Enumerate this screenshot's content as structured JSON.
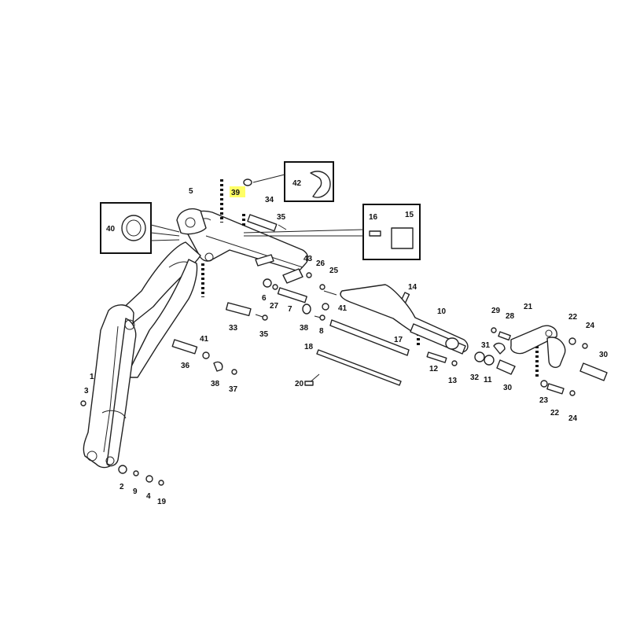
{
  "highlight_color": "#ffff66",
  "callouts": [
    {
      "id": "p39",
      "text": "39",
      "highlight": true
    },
    {
      "id": "p42",
      "text": "42"
    },
    {
      "id": "p5",
      "text": "5"
    },
    {
      "id": "p34",
      "text": "34"
    },
    {
      "id": "p35a",
      "text": "35"
    },
    {
      "id": "p40",
      "text": "40"
    },
    {
      "id": "p16",
      "text": "16"
    },
    {
      "id": "p15",
      "text": "15"
    },
    {
      "id": "p43",
      "text": "43"
    },
    {
      "id": "p26",
      "text": "26"
    },
    {
      "id": "p25",
      "text": "25"
    },
    {
      "id": "p6",
      "text": "6"
    },
    {
      "id": "p27",
      "text": "27"
    },
    {
      "id": "p7",
      "text": "7"
    },
    {
      "id": "p41a",
      "text": "41"
    },
    {
      "id": "p14",
      "text": "14"
    },
    {
      "id": "p10",
      "text": "10"
    },
    {
      "id": "p33",
      "text": "33"
    },
    {
      "id": "p35b",
      "text": "35"
    },
    {
      "id": "p38a",
      "text": "38"
    },
    {
      "id": "p8",
      "text": "8"
    },
    {
      "id": "p29",
      "text": "29"
    },
    {
      "id": "p28",
      "text": "28"
    },
    {
      "id": "p21",
      "text": "21"
    },
    {
      "id": "p22a",
      "text": "22"
    },
    {
      "id": "p24a",
      "text": "24"
    },
    {
      "id": "p41b",
      "text": "41"
    },
    {
      "id": "p17",
      "text": "17"
    },
    {
      "id": "p31",
      "text": "31"
    },
    {
      "id": "p30a",
      "text": "30"
    },
    {
      "id": "p18",
      "text": "18"
    },
    {
      "id": "p1",
      "text": "1"
    },
    {
      "id": "p36",
      "text": "36"
    },
    {
      "id": "p12",
      "text": "12"
    },
    {
      "id": "p32",
      "text": "32"
    },
    {
      "id": "p11",
      "text": "11"
    },
    {
      "id": "p13",
      "text": "13"
    },
    {
      "id": "p30b",
      "text": "30"
    },
    {
      "id": "p38b",
      "text": "38"
    },
    {
      "id": "p37",
      "text": "37"
    },
    {
      "id": "p20",
      "text": "20"
    },
    {
      "id": "p23",
      "text": "23"
    },
    {
      "id": "p22b",
      "text": "22"
    },
    {
      "id": "p24b",
      "text": "24"
    },
    {
      "id": "p3",
      "text": "3"
    },
    {
      "id": "p2",
      "text": "2"
    },
    {
      "id": "p9",
      "text": "9"
    },
    {
      "id": "p4",
      "text": "4"
    },
    {
      "id": "p19",
      "text": "19"
    }
  ]
}
